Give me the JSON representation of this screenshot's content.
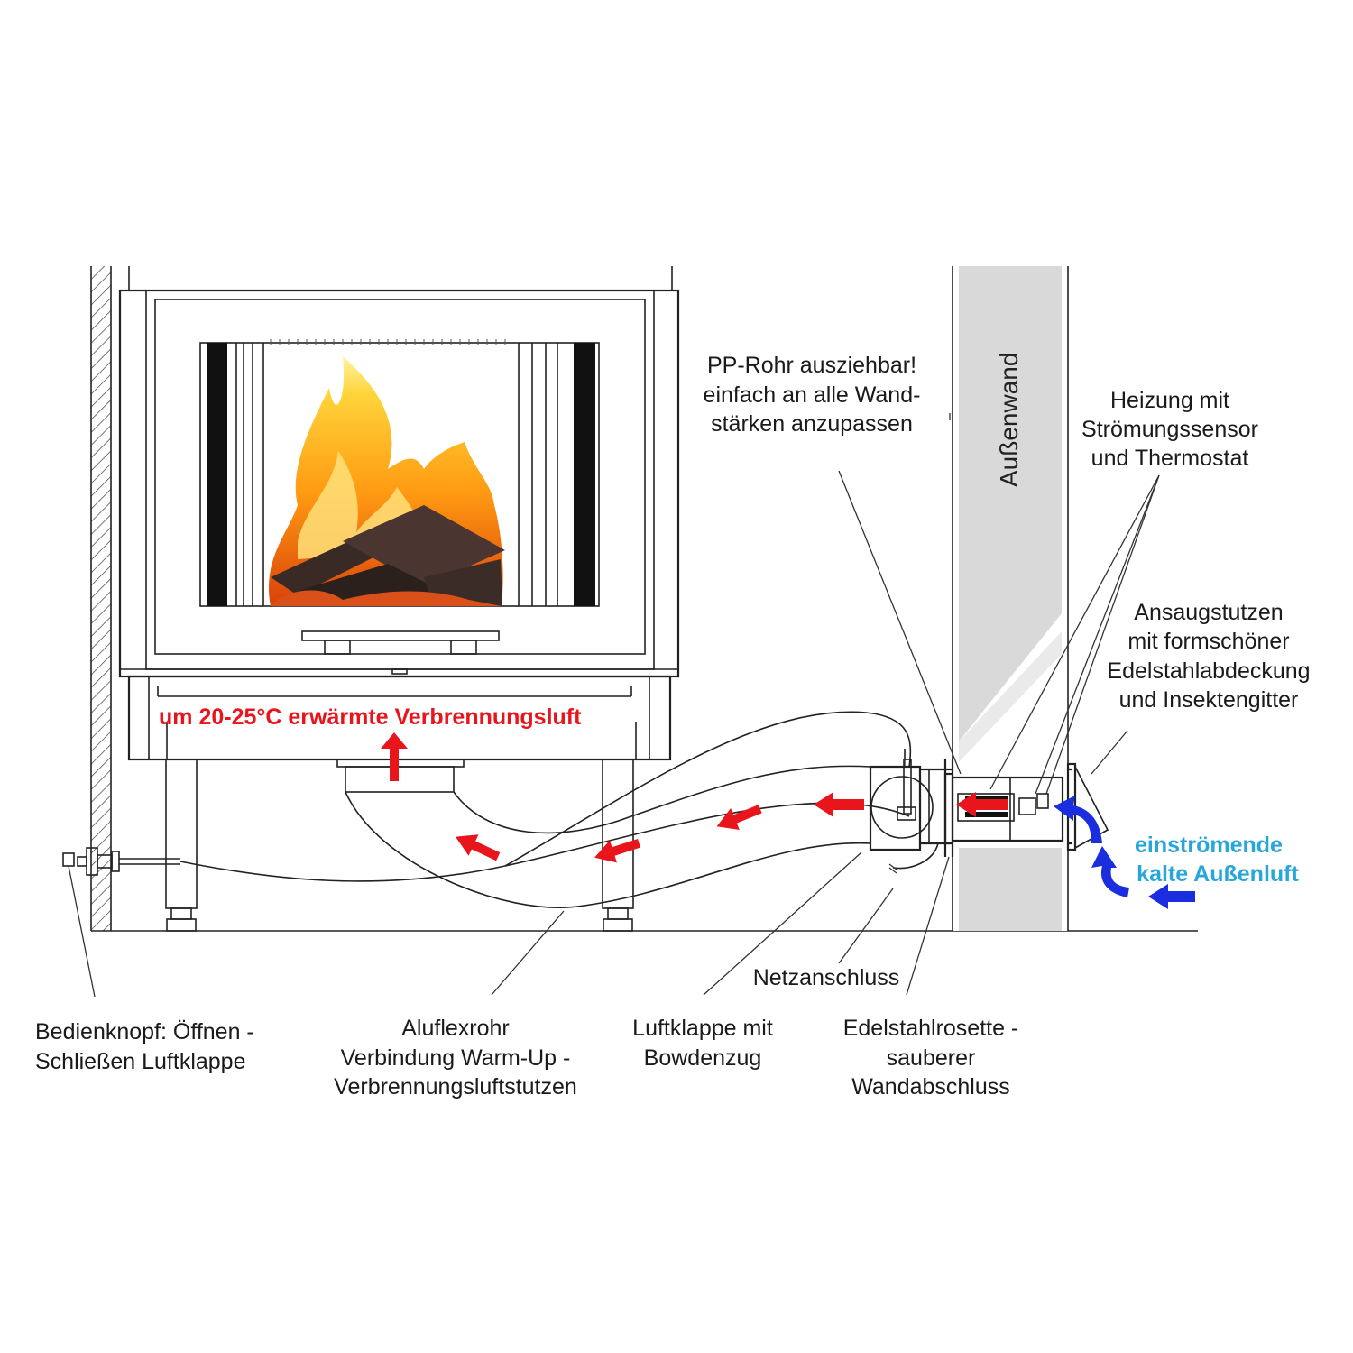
{
  "labels": {
    "pp_rohr": [
      "PP-Rohr ausziehbar!",
      "einfach an alle Wand-",
      "stärken anzupassen"
    ],
    "aussenwand": "Außenwand",
    "heizung": [
      "Heizung mit",
      "Strömungssensor",
      "und Thermostat"
    ],
    "ansaug": [
      "Ansaugstutzen",
      "mit formschöner",
      "Edelstahlabdeckung",
      "und Insektengitter"
    ],
    "warm_air": "um 20-25°C erwärmte Verbrennungsluft",
    "cold_air": [
      "einströmende",
      "kalte Außenluft"
    ],
    "netz": "Netzanschluss",
    "bedienknopf": [
      "Bedienknopf: Öffnen -",
      "Schließen Luftklappe"
    ],
    "aluflex": [
      "Aluflexrohr",
      "Verbindung Warm-Up -",
      "Verbrennungsluftstutzen"
    ],
    "luftklappe": [
      "Luftklappe mit",
      "Bowdenzug"
    ],
    "rosette": [
      "Edelstahlrosette -",
      "sauberer",
      "Wandabschluss"
    ]
  },
  "icons": {
    "flame": "flame-icon",
    "warm_arrows": "red-arrow-icon",
    "cold_arrows": "blue-arrow-icon"
  },
  "colors": {
    "warm_arrow": "#e8161c",
    "cold_arrow": "#1a2ee0",
    "cold_text": "#27a6dc",
    "wall": "#d9d9d9",
    "line": "#222222"
  }
}
